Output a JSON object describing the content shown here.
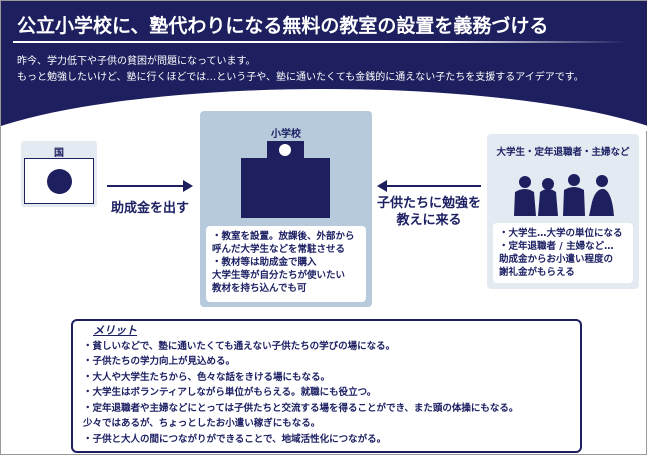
{
  "header": {
    "title": "公立小学校に、塾代わりになる無料の教室の設置を義務づける",
    "lines": [
      "昨今、学力低下や子供の貧困が問題になっています。",
      "もっと勉強したいけど、塾に行くほどでは…という子や、塾に通いたくても金銭的に通えない子たちを支援するアイデアです。"
    ]
  },
  "country": {
    "label": "国"
  },
  "arrow_left": {
    "label": "助成金を出す"
  },
  "school": {
    "label": "小学校",
    "notes": [
      "・教室を設置。放課後、外部から",
      "呼んだ大学生などを常駐させる",
      "・教材等は助成金で購入",
      "大学生等が自分たちが使いたい",
      "教材を持ち込んでも可"
    ]
  },
  "arrow_right": {
    "label1": "子供たちに勉強を",
    "label2": "教えに来る"
  },
  "helpers": {
    "label": "大学生・定年退職者・主婦など",
    "notes": [
      "・大学生…大学の単位になる",
      "・定年退職者 / 主婦など…",
      "助成金からお小遣い程度の",
      "謝礼金がもらえる"
    ]
  },
  "merit": {
    "heading": "メリット",
    "items": [
      "・貧しいなどで、塾に通いたくても通えない子供たちの学びの場になる。",
      "・子供たちの学力向上が見込める。",
      "・大人や大学生たちから、色々な話をきける場にもなる。",
      "・大学生はボランティアしながら単位がもらえる。就職にも役立つ。",
      "・定年退職者や主婦などにとっては子供たちと交流する場を得ることができ、また頭の体操にもなる。",
      "少々ではあるが、ちょっとしたお小遣い稼ぎにもなる。",
      "・子供と大人の間につながりができることで、地域活性化につながる。"
    ]
  }
}
